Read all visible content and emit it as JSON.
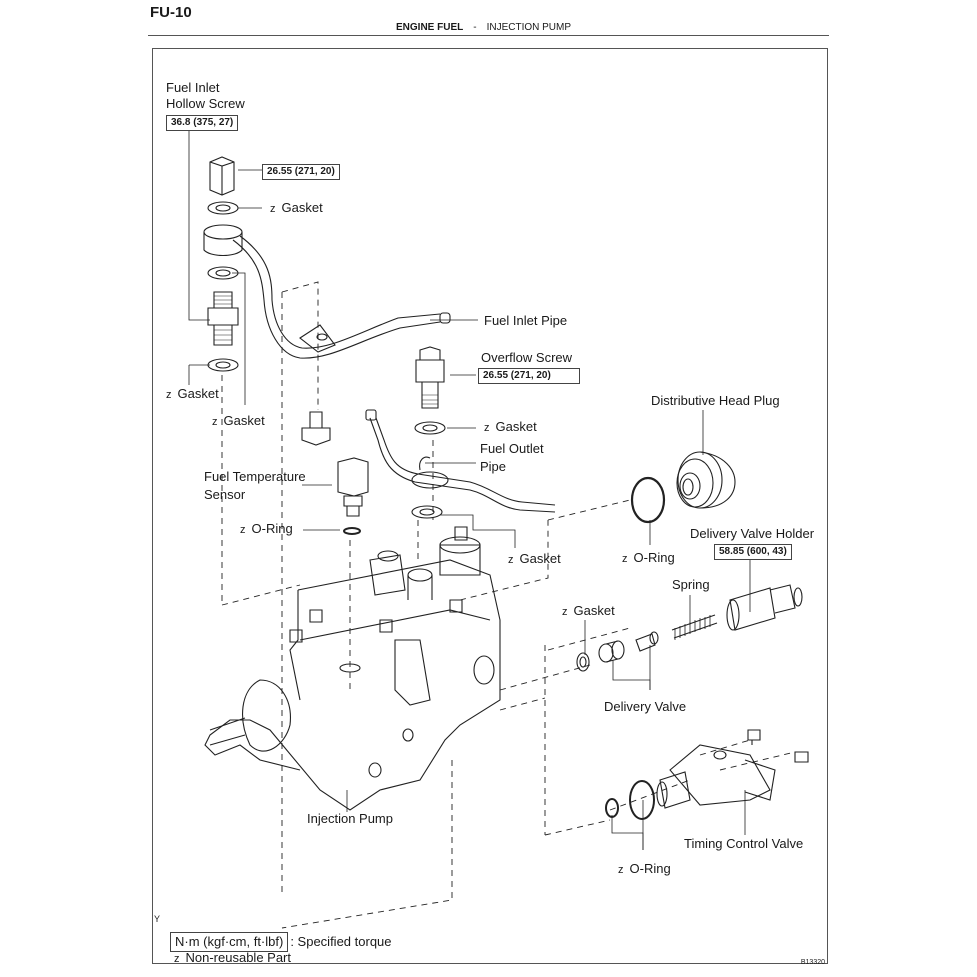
{
  "header": {
    "page_code": "FU-10",
    "section": "ENGINE FUEL",
    "separator": "-",
    "subsection": "INJECTION PUMP"
  },
  "labels": {
    "fuel_inlet_hollow_screw_1": "Fuel Inlet",
    "fuel_inlet_hollow_screw_2": "Hollow Screw",
    "torque_hollow_screw": "36.8 (375, 27)",
    "torque_union_nut": "26.55 (271, 20)",
    "gasket_top": "Gasket",
    "fuel_inlet_pipe": "Fuel Inlet Pipe",
    "overflow_screw": "Overflow Screw",
    "torque_overflow_screw": "26.55 (271, 20)",
    "gasket_left": "Gasket",
    "gasket_left2": "Gasket",
    "gasket_overflow": "Gasket",
    "fuel_outlet_pipe_1": "Fuel Outlet",
    "fuel_outlet_pipe_2": "Pipe",
    "fuel_temp_sensor_1": "Fuel Temperature",
    "fuel_temp_sensor_2": "Sensor",
    "o_ring_sensor": "O-Ring",
    "gasket_outlet": "Gasket",
    "distributive_head_plug": "Distributive Head Plug",
    "o_ring_head": "O-Ring",
    "delivery_valve_holder": "Delivery Valve Holder",
    "torque_delivery_valve_holder": "58.85 (600, 43)",
    "spring": "Spring",
    "gasket_delivery": "Gasket",
    "delivery_valve": "Delivery Valve",
    "injection_pump": "Injection Pump",
    "timing_control_valve": "Timing Control Valve",
    "o_ring_timing": "O-Ring"
  },
  "non_reusable_mark": "z",
  "legend": {
    "y_mark": "Y",
    "torque_unit": "N·m (kgf·cm, ft·lbf)",
    "torque_desc": ": Specified torque",
    "non_reusable_mark": "z",
    "non_reusable_desc": "Non-reusable Part"
  },
  "figure_code": "B13320"
}
